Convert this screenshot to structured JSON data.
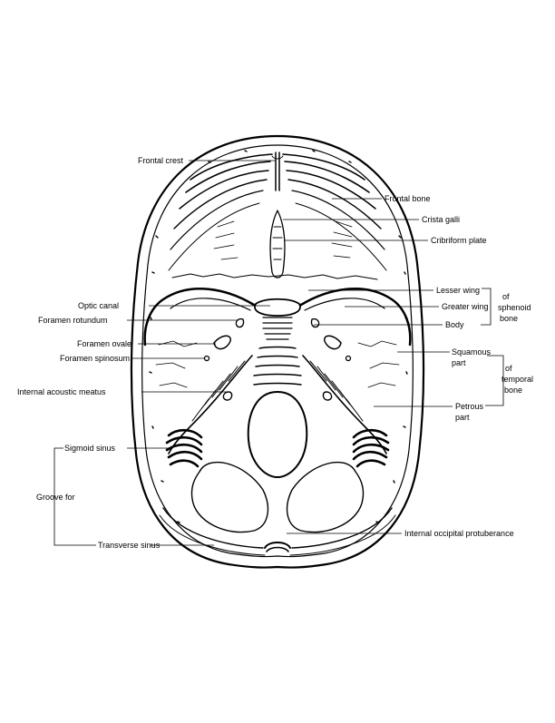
{
  "labels": {
    "frontal_crest": "Frontal crest",
    "frontal_bone": "Frontal bone",
    "crista_galli": "Crista galli",
    "cribriform_plate": "Cribriform plate",
    "lesser_wing": "Lesser wing",
    "greater_wing": "Greater wing",
    "body": "Body",
    "sphenoid_of": "of",
    "sphenoid_name": "sphenoid",
    "sphenoid_bone": "bone",
    "optic_canal": "Optic canal",
    "foramen_rotundum": "Foramen rotundum",
    "foramen_ovale": "Foramen ovale",
    "foramen_spinosum": "Foramen spinosum",
    "internal_acoustic_meatus": "Internal acoustic meatus",
    "squamous_1": "Squamous",
    "squamous_2": "part",
    "temporal_of": "of",
    "temporal_name": "temporal",
    "temporal_bone": "bone",
    "petrous_1": "Petrous",
    "petrous_2": "part",
    "sigmoid_sinus": "Sigmoid sinus",
    "groove_for": "Groove for",
    "transverse_sinus": "Transverse sinus",
    "internal_occipital_protuberance": "Internal occipital protuberance"
  },
  "colors": {
    "ink": "#000000",
    "background": "#ffffff"
  }
}
